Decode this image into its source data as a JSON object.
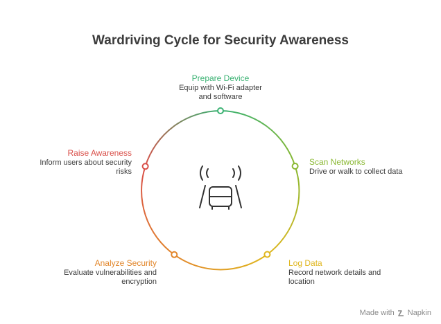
{
  "title": "Wardriving Cycle for Security Awareness",
  "steps": [
    {
      "title": "Prepare Device",
      "desc": "Equip with Wi-Fi adapter and software",
      "color": "#3bb273"
    },
    {
      "title": "Scan Networks",
      "desc": "Drive or walk to collect data",
      "color": "#8ab832"
    },
    {
      "title": "Log Data",
      "desc": "Record network details and location",
      "color": "#e0b720"
    },
    {
      "title": "Analyze Security",
      "desc": "Evaluate vulnerabilities and encryption",
      "color": "#e2872c"
    },
    {
      "title": "Raise Awareness",
      "desc": "Inform users about security risks",
      "color": "#d9504a"
    }
  ],
  "center_icon": "car-with-signal-icon",
  "footer": {
    "made_with": "Made with",
    "brand": "Napkin",
    "brand_icon": "napkin-logo-icon"
  }
}
